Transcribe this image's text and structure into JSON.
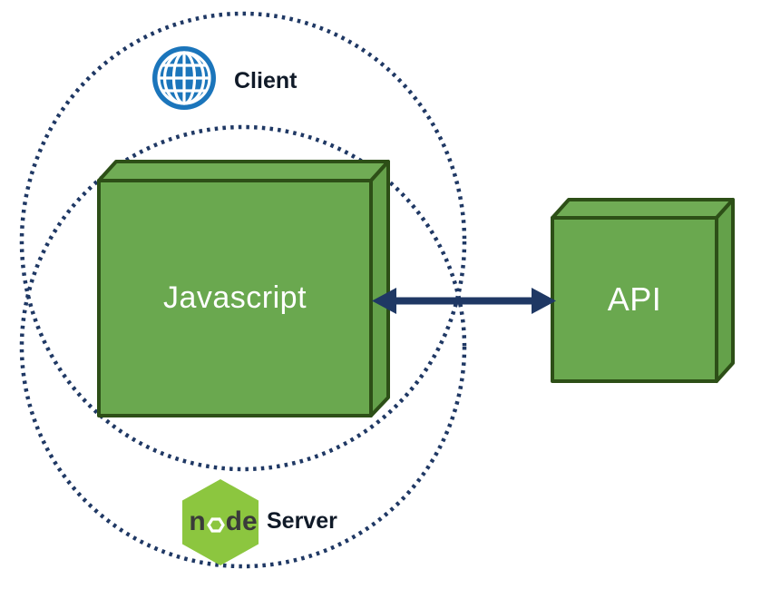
{
  "canvas": {
    "background": "#ffffff"
  },
  "colors": {
    "dotted_circle": "#1f3864",
    "arrow": "#1f3864",
    "zone_label_text": "#101a28",
    "cube_front": "#6aa84f",
    "cube_top": "#70ac55",
    "cube_side": "#64a14a",
    "cube_border": "#2d4f17",
    "cube_label_text": "#ffffff",
    "globe_blue": "#1b75bb",
    "node_green": "#8cc63f",
    "node_wordmark_gray": "#3a3a3a"
  },
  "zones": {
    "client": {
      "label": "Client",
      "icon": "globe-icon"
    },
    "server": {
      "label": "Server",
      "icon": "nodejs-hexagon-icon",
      "wordmark": {
        "left": "n",
        "right": "de"
      }
    }
  },
  "boxes": {
    "javascript": {
      "label": "Javascript"
    },
    "api": {
      "label": "API"
    }
  },
  "connection": {
    "style": "double-headed-arrow",
    "between": [
      "Javascript",
      "API"
    ]
  }
}
